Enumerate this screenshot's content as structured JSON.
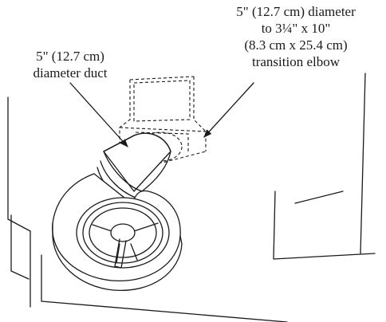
{
  "labels": {
    "duct": {
      "line1": "5\" (12.7 cm)",
      "line2": "diameter duct"
    },
    "elbow": {
      "line1": "5\" (12.7 cm) diameter",
      "line2": "to 3¼\" x 10\"",
      "line3": "(8.3 cm x 25.4 cm)",
      "line4": "transition elbow"
    }
  }
}
